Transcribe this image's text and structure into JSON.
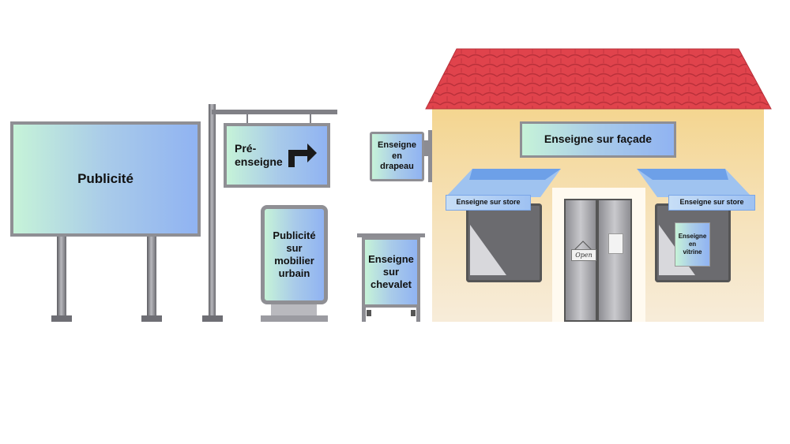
{
  "signs": {
    "publicite": "Publicité",
    "pre_enseigne_1": "Pré-",
    "pre_enseigne_2": "enseigne",
    "mobilier_1": "Publicité",
    "mobilier_2": "sur",
    "mobilier_3": "mobilier",
    "mobilier_4": "urbain",
    "drapeau_1": "Enseigne",
    "drapeau_2": "en",
    "drapeau_3": "drapeau",
    "chevalet_1": "Enseigne",
    "chevalet_2": "sur",
    "chevalet_3": "chevalet",
    "facade": "Enseigne sur façade",
    "store_left": "Enseigne sur store",
    "store_right": "Enseigne sur store",
    "vitrine_1": "Enseigne",
    "vitrine_2": "en",
    "vitrine_3": "vitrine",
    "door_sign": "Open"
  },
  "colors": {
    "roof": "#e0434c",
    "wall_top": "#f4d58f",
    "wall_bottom": "#f7ecd9",
    "panel_gradient_start": "#c6f3d8",
    "panel_gradient_end": "#90b3f2",
    "frame_gray": "#8f8f94"
  },
  "icons": {
    "arrow": "turn-right-arrow-icon"
  }
}
